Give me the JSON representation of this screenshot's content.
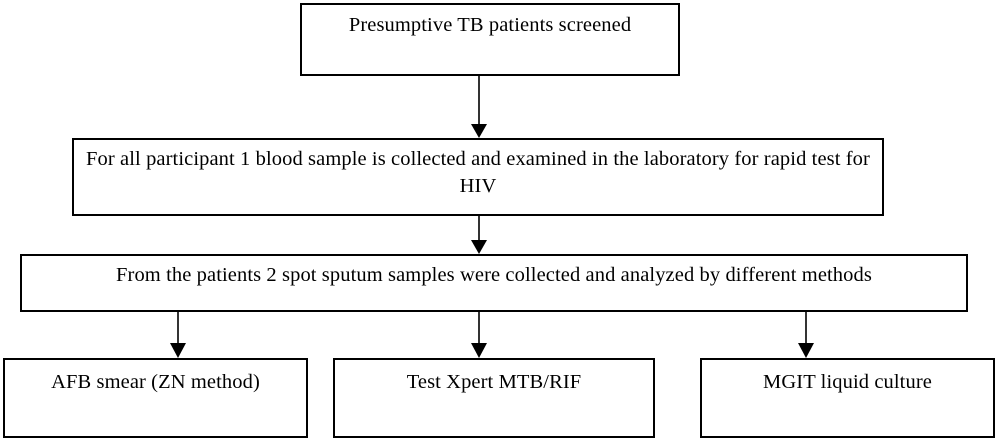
{
  "diagram": {
    "title": "TB diagnostic study flowchart",
    "background_color": "#ffffff",
    "line_color": "#000000",
    "nodes": [
      {
        "id": "screening",
        "label": "Presumptive TB patients screened"
      },
      {
        "id": "blood-sample",
        "label": "For all participant 1 blood sample is collected and examined in the laboratory for rapid test for HIV"
      },
      {
        "id": "sputum-samples",
        "label": "From the patients 2 spot sputum samples were collected and analyzed by different methods"
      },
      {
        "id": "afb-smear",
        "label": "AFB smear (ZN method)"
      },
      {
        "id": "xpert",
        "label": "Test Xpert MTB/RIF"
      },
      {
        "id": "mgit",
        "label": "MGIT liquid culture"
      }
    ],
    "connectors": [
      {
        "id": "screening-to-blood",
        "from": "screening",
        "to": "blood-sample",
        "style": "arrow-down"
      },
      {
        "id": "blood-to-sputum",
        "from": "blood-sample",
        "to": "sputum-samples",
        "style": "arrow-down"
      },
      {
        "id": "sputum-to-afb",
        "from": "sputum-samples",
        "to": "afb-smear",
        "style": "arrow-down"
      },
      {
        "id": "sputum-to-xpert",
        "from": "sputum-samples",
        "to": "xpert",
        "style": "arrow-down"
      },
      {
        "id": "sputum-to-mgit",
        "from": "sputum-samples",
        "to": "mgit",
        "style": "arrow-down"
      }
    ]
  }
}
